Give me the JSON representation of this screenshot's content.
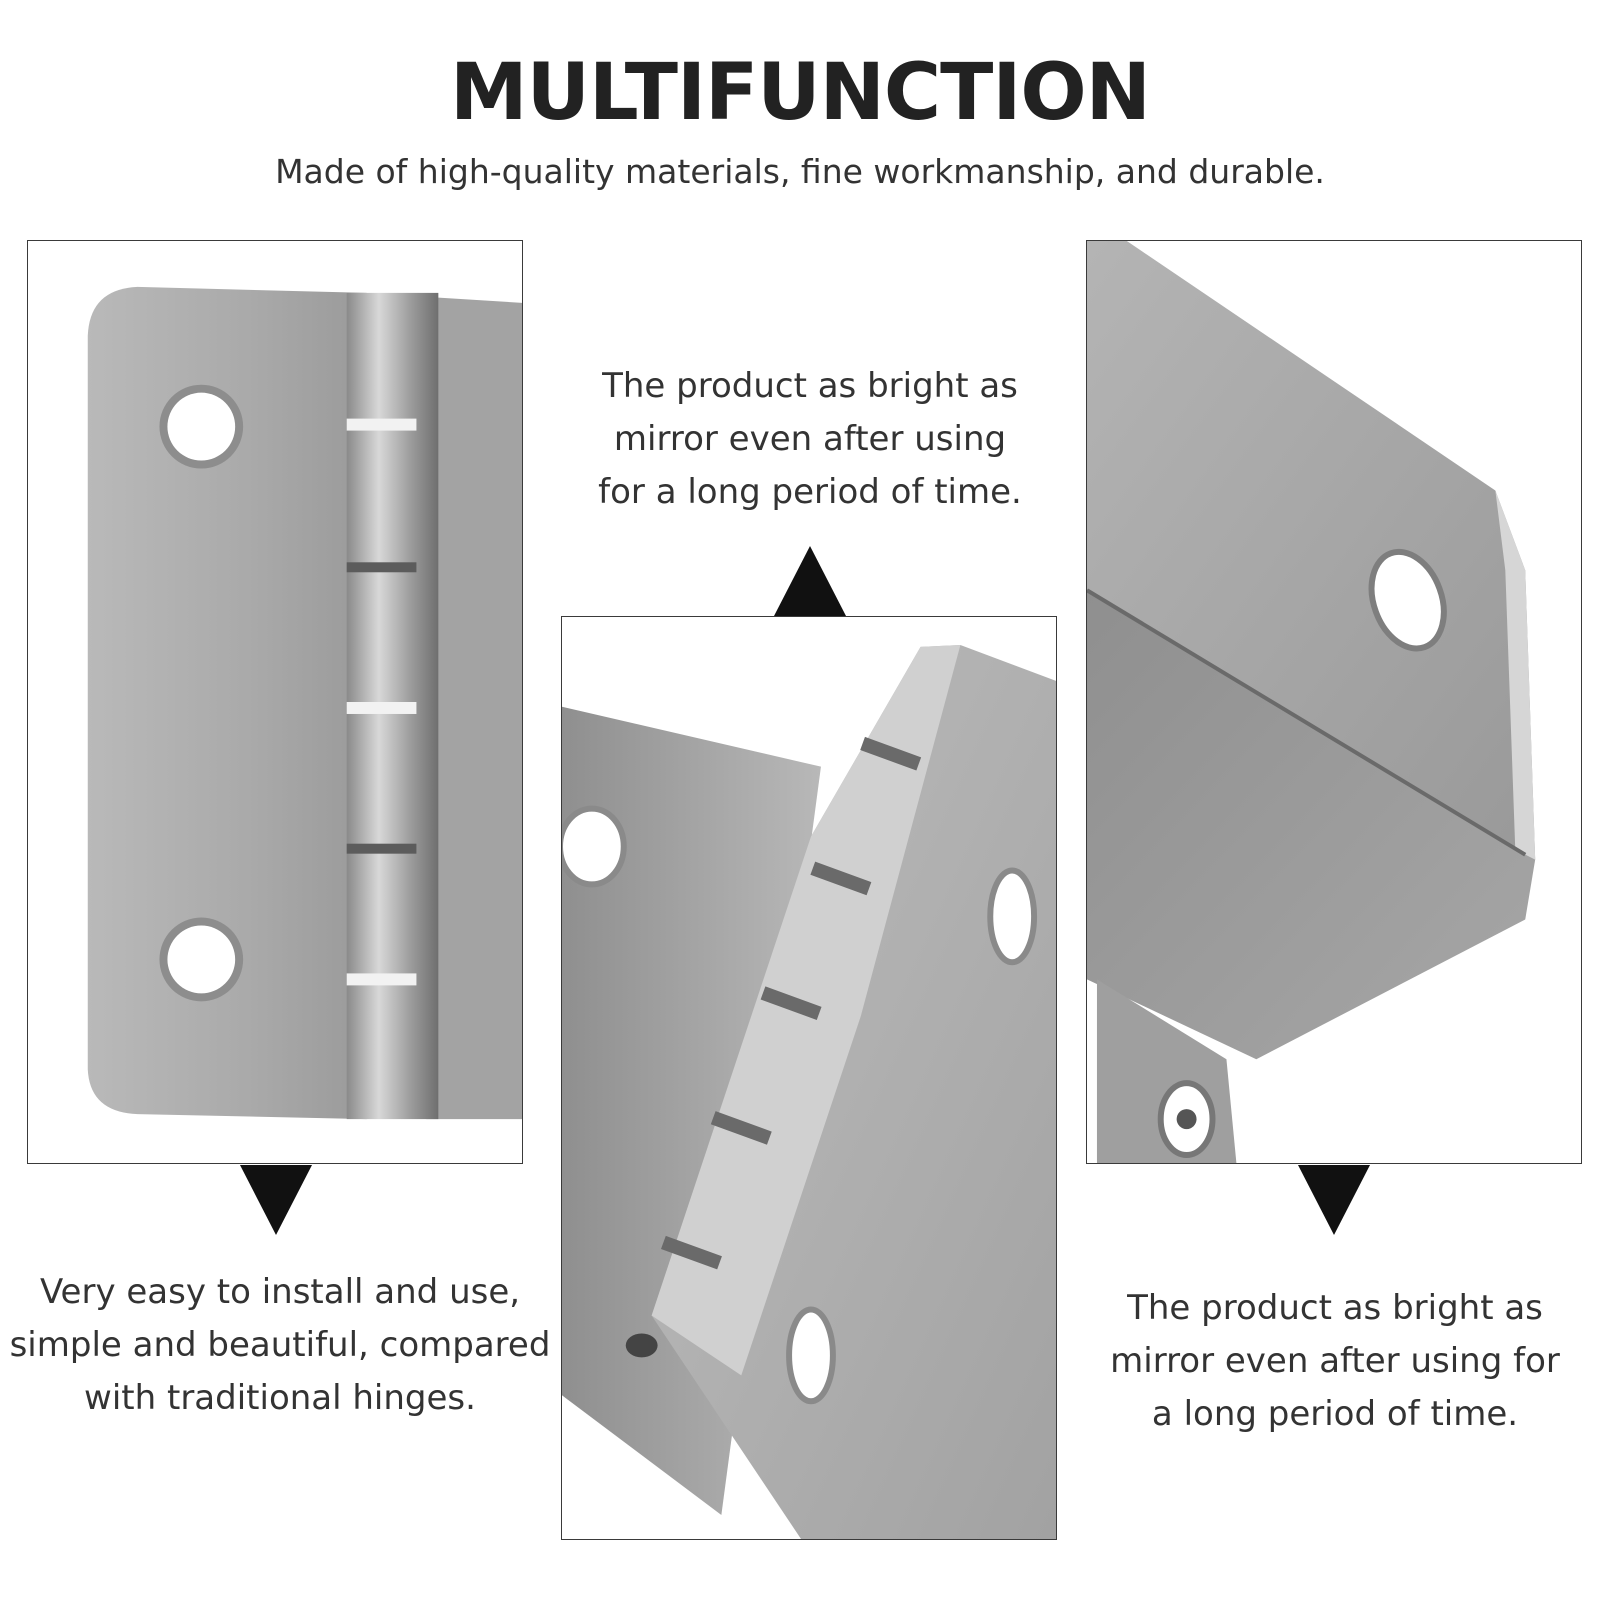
{
  "header": {
    "title": "MULTIFUNCTION",
    "subtitle": "Made of high-quality materials, fine workmanship, and durable."
  },
  "captions": {
    "middle": [
      "The product as bright as",
      "mirror even after using",
      "for a long period of time."
    ],
    "left": [
      "Very easy to install and use,",
      "simple and beautiful, compared",
      "with traditional hinges."
    ],
    "right": [
      "The product as bright as",
      "mirror even after using for",
      "a long period of time."
    ]
  },
  "colors": {
    "metal_light": "#c9c9c9",
    "metal_mid": "#a8a8a8",
    "metal_dark": "#6e6e6e",
    "arrow": "#111111",
    "panel_border": "#3a3a3a"
  },
  "images": {
    "left": "hinge-flat-closeup",
    "middle": "hinge-open-angle",
    "right": "hinge-bent-leaf-closeup"
  }
}
